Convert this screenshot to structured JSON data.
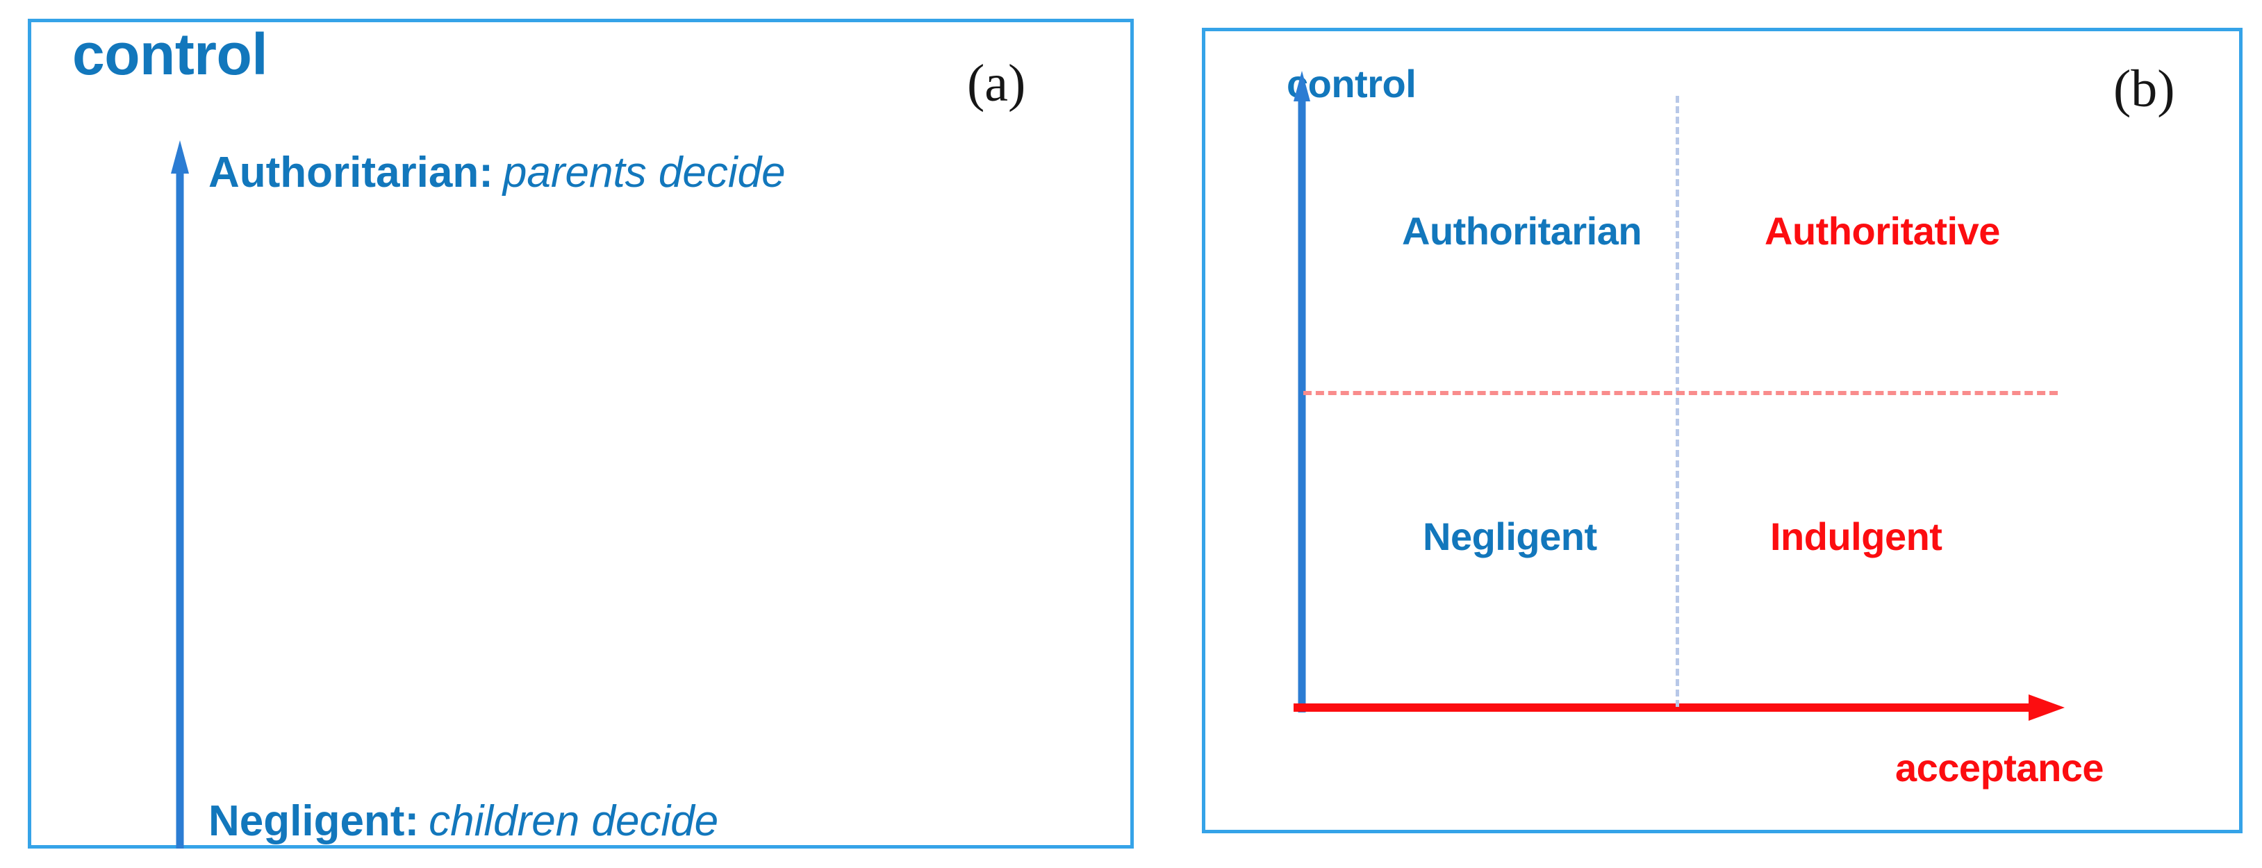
{
  "figure": {
    "panels": [
      {
        "tag": "(a)",
        "axis_title": "control",
        "axis_color": "#1277BC",
        "rows": [
          {
            "label": "Authoritarian:",
            "description": "parents decide"
          },
          {
            "label": "Negligent:",
            "description": "children decide"
          }
        ]
      },
      {
        "tag": "(b)",
        "y_axis_title": "control",
        "y_axis_color": "#1277BC",
        "x_axis_title": "acceptance",
        "x_axis_color": "#FC0D10",
        "quadrants": [
          {
            "position": "top-left",
            "label": "Authoritarian",
            "color": "#1277BC"
          },
          {
            "position": "top-right",
            "label": "Authoritative",
            "color": "#FC0D10"
          },
          {
            "position": "bottom-left",
            "label": "Negligent",
            "color": "#1277BC"
          },
          {
            "position": "bottom-right",
            "label": "Indulgent",
            "color": "#FC0D10"
          }
        ],
        "divider_vertical_color": "#B7C8E8",
        "divider_horizontal_color": "#F98C8C"
      }
    ],
    "palette": {
      "panel_border": "#35A3E8",
      "blue_text": "#1277BC",
      "blue_arrow": "#2B7CD3",
      "red": "#FC0D10",
      "background": "#FFFFFF",
      "tag_text": "#161616"
    }
  }
}
